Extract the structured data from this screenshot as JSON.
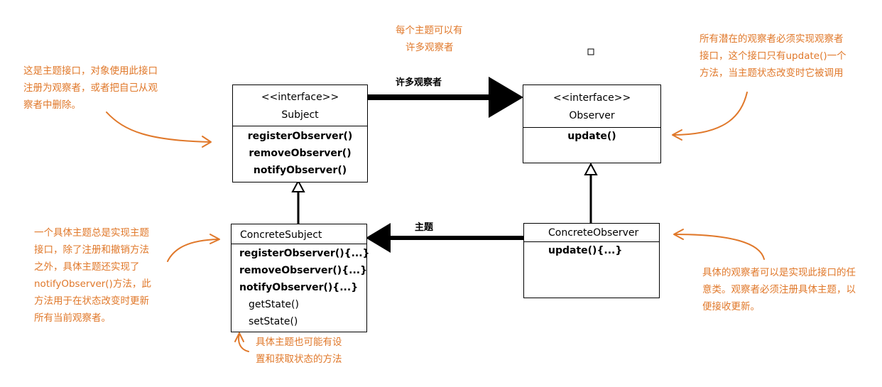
{
  "subject": {
    "stereotype": "<<interface>>",
    "name": "Subject",
    "methods": [
      "registerObserver()",
      "removeObserver()",
      "notifyObserver()"
    ]
  },
  "observer": {
    "stereotype": "<<interface>>",
    "name": "Observer",
    "methods": [
      "update()"
    ]
  },
  "concrete_subject": {
    "name": "ConcreteSubject",
    "methods": [
      "registerObserver(){...}",
      "removeObserver(){...}",
      "notifyObserver(){...}"
    ],
    "extra_methods": [
      "getState()",
      "setState()"
    ]
  },
  "concrete_observer": {
    "name": "ConcreteObserver",
    "methods": [
      "update(){...}"
    ]
  },
  "labels": {
    "many_observers": "许多观察者",
    "subject": "主题"
  },
  "notes": {
    "top_center": [
      "每个主题可以有",
      "许多观察者"
    ],
    "subject_interface": [
      "这是主题接口，对象使用此接口",
      "注册为观察者，或者把自己从观",
      "察者中删除。"
    ],
    "observer_interface": [
      "所有潜在的观察者必须实现观察者",
      "接口，这个接口只有update()一个",
      "方法，当主题状态改变时它被调用"
    ],
    "concrete_subject": [
      "一个具体主题总是实现主题",
      "接口，除了注册和撤销方法",
      "之外，具体主题还实现了",
      "notifyObserver()方法，此",
      "方法用于在状态改变时更新",
      "所有当前观察者。"
    ],
    "concrete_observer": [
      "具体的观察者可以是实现此接口的任",
      "意类。观察者必须注册具体主题，以",
      "便接收更新。"
    ],
    "state_methods": [
      "具体主题也可能有设",
      "置和获取状态的方法"
    ]
  },
  "colors": {
    "annotation": "#e0782a",
    "line": "#000000"
  }
}
